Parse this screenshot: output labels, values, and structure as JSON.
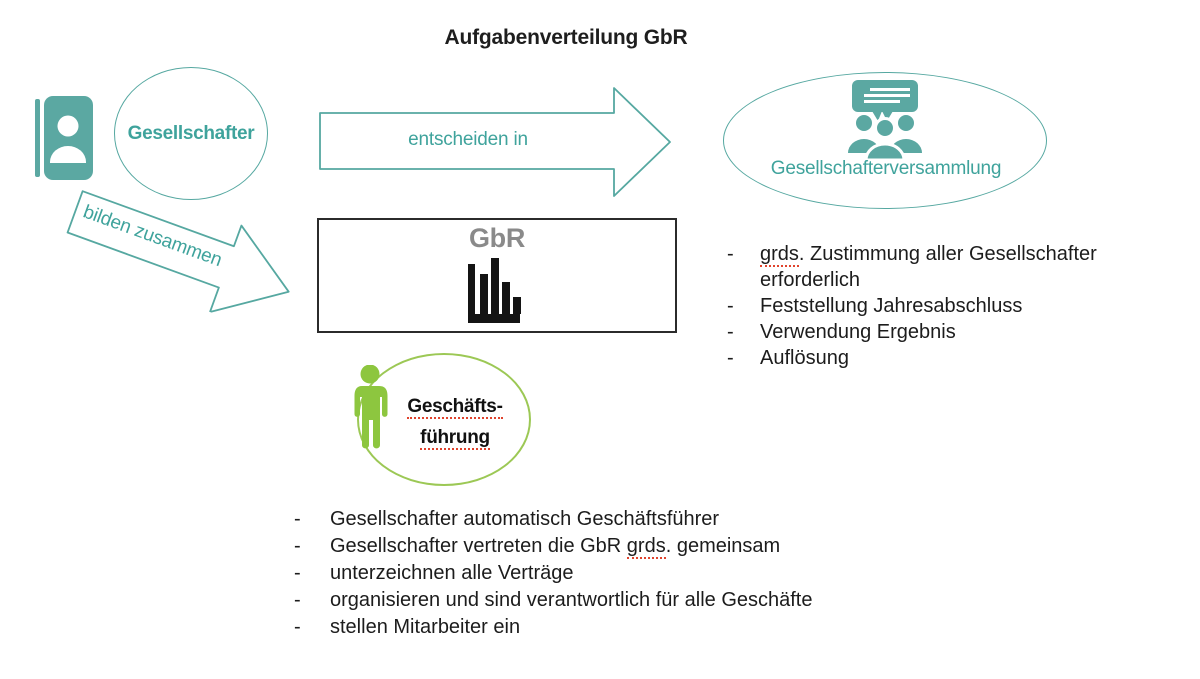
{
  "title": "Aufgabenverteilung GbR",
  "bullet": "-",
  "nodes": {
    "gesellschafter": "Gesellschafter",
    "versammlung": "Gesellschafterversammlung",
    "gbr": "GbR",
    "gf_line1": "Geschäfts-",
    "gf_line2": "führung"
  },
  "arrows": {
    "entscheiden": "entscheiden in",
    "bilden": "bilden zusammen"
  },
  "right_list": {
    "item1_u": "grds",
    "item1_rest": ". Zustimmung aller Gesellschafter erforderlich",
    "item2": "Feststellung Jahresabschluss",
    "item3": "Verwendung Ergebnis",
    "item4": "Auflösung"
  },
  "bottom_list": {
    "item1": "Gesellschafter automatisch Geschäftsführer",
    "item2_pre": "Gesellschafter vertreten die GbR ",
    "item2_u": "grds",
    "item2_rest": ". gemeinsam",
    "item3": "unterzeichnen alle Verträge",
    "item4": "organisieren und sind verantwortlich für alle Geschäfte",
    "item5": "stellen Mitarbeiter ein"
  },
  "colors": {
    "teal": "#56A8A1",
    "teal_text": "#3FA39C",
    "green": "#8DC63F",
    "green_circle": "#9CC855",
    "gray_gbr": "#8A8A8A",
    "red_spellcheck": "#E0432D",
    "box_border": "#2B2B2B"
  }
}
